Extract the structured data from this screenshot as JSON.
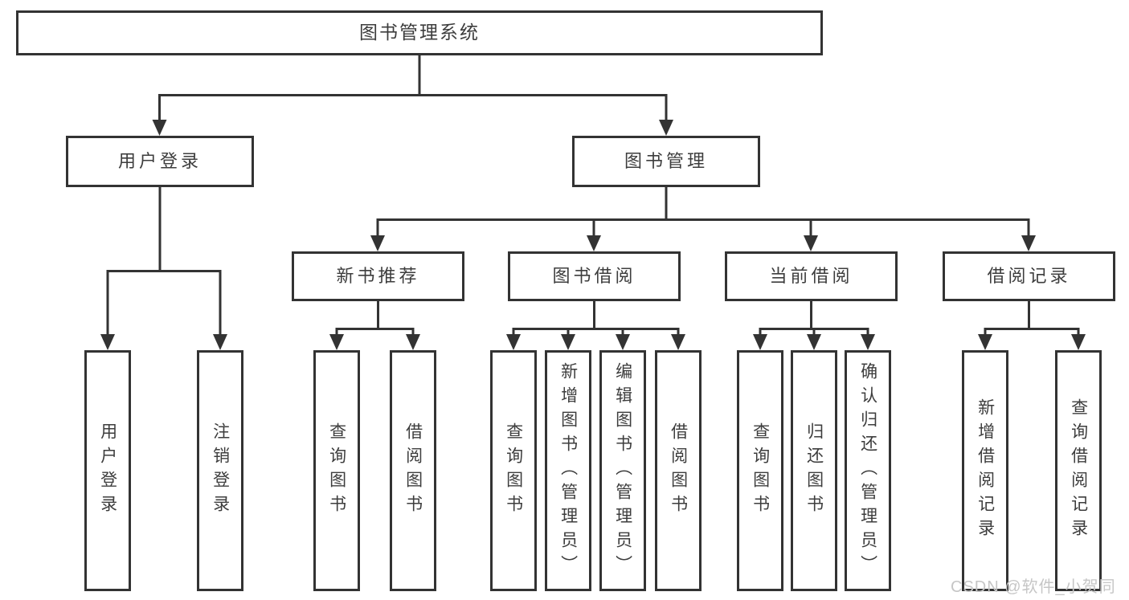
{
  "tree": {
    "root": {
      "label": "图书管理系统",
      "children": [
        {
          "label": "用户登录",
          "children": [
            {
              "label": "用户登录"
            },
            {
              "label": "注销登录"
            }
          ]
        },
        {
          "label": "图书管理",
          "children": [
            {
              "label": "新书推荐",
              "children": [
                {
                  "label": "查询图书"
                },
                {
                  "label": "借阅图书"
                }
              ]
            },
            {
              "label": "图书借阅",
              "children": [
                {
                  "label": "查询图书"
                },
                {
                  "label": "新增图书（管理员）"
                },
                {
                  "label": "编辑图书（管理员）"
                },
                {
                  "label": "借阅图书"
                }
              ]
            },
            {
              "label": "当前借阅",
              "children": [
                {
                  "label": "查询图书"
                },
                {
                  "label": "归还图书"
                },
                {
                  "label": "确认归还（管理员）"
                }
              ]
            },
            {
              "label": "借阅记录",
              "children": [
                {
                  "label": "新增借阅记录"
                },
                {
                  "label": "查询借阅记录"
                }
              ]
            }
          ]
        }
      ]
    }
  },
  "watermark": "CSDN @软件_小贺同学",
  "colors": {
    "line": "#333333",
    "text": "#3d3d3d",
    "watermark": "#c6c6c6",
    "background": "#ffffff"
  }
}
